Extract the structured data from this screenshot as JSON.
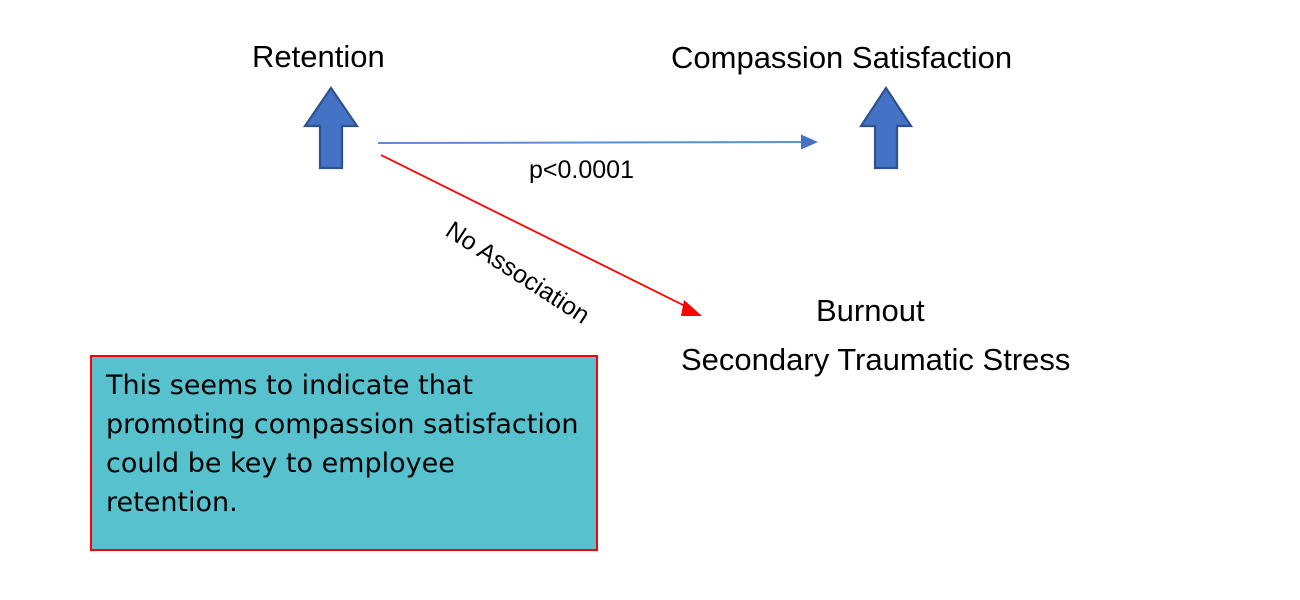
{
  "diagram": {
    "background_color": "#FFFFFF",
    "nodes": [
      {
        "id": "retention",
        "label": "Retention",
        "name": "node-label-retention"
      },
      {
        "id": "compassion",
        "label": "Compassion Satisfaction",
        "name": "node-label-compassion-satisfaction"
      },
      {
        "id": "burnout",
        "label": "Burnout",
        "name": "node-label-burnout"
      },
      {
        "id": "sts",
        "label": "Secondary Traumatic Stress",
        "name": "node-label-secondary-traumatic-stress"
      }
    ],
    "edges": [
      {
        "id": "retention-to-compassion",
        "label": "p<0.0001",
        "color": "#5B8FD4",
        "style": "solid-thin-arrow",
        "from": "retention",
        "to": "compassion"
      },
      {
        "id": "retention-to-burnout",
        "label": "No Association",
        "color": "#FF0000",
        "style": "solid-thin-arrow",
        "rotation_deg": 33,
        "from": "retention",
        "to": "burnout"
      }
    ],
    "indicators": [
      {
        "id": "retention-up-arrow",
        "direction": "up",
        "fill": "#4472C4",
        "stroke": "#2E528F",
        "attached_to": "retention"
      },
      {
        "id": "compassion-up-arrow",
        "direction": "up",
        "fill": "#4472C4",
        "stroke": "#2E528F",
        "attached_to": "compassion"
      }
    ]
  },
  "callout": {
    "text": "This seems to indicate that promoting compassion satisfaction could be key to employee retention.",
    "background_color": "#57C1CD",
    "border_color": "#FF0000"
  }
}
